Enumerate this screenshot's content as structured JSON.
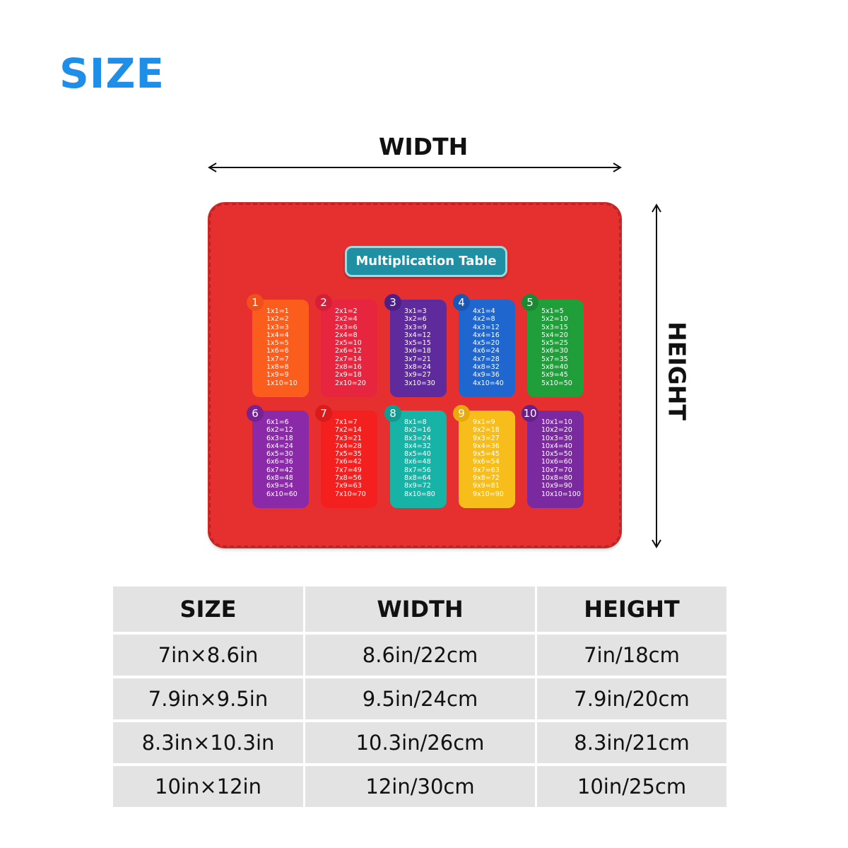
{
  "title": "SIZE",
  "colors": {
    "title": "#1e8ee6",
    "pad": "#e5302f",
    "table_cell": "#e3e3e3"
  },
  "dimension_labels": {
    "width": "WIDTH",
    "height": "HEIGHT"
  },
  "mousepad": {
    "title": "Multiplication Table",
    "cards": [
      {
        "number": "1",
        "color": "#fb5d1d",
        "badge_color": "#f0501a",
        "lines": [
          "1x1=1",
          "1x2=2",
          "1x3=3",
          "1x4=4",
          "1x5=5",
          "1x6=6",
          "1x7=7",
          "1x8=8",
          "1x9=9",
          "1x10=10"
        ]
      },
      {
        "number": "2",
        "color": "#e8253f",
        "badge_color": "#d61e36",
        "lines": [
          "2x1=2",
          "2x2=4",
          "2x3=6",
          "2x4=8",
          "2x5=10",
          "2x6=12",
          "2x7=14",
          "2x8=16",
          "2x9=18",
          "2x10=20"
        ]
      },
      {
        "number": "3",
        "color": "#5e2a9c",
        "badge_color": "#4e2086",
        "lines": [
          "3x1=3",
          "3x2=6",
          "3x3=9",
          "3x4=12",
          "3x5=15",
          "3x6=18",
          "3x7=21",
          "3x8=24",
          "3x9=27",
          "3x10=30"
        ]
      },
      {
        "number": "4",
        "color": "#1f66cf",
        "badge_color": "#1a57b5",
        "lines": [
          "4x1=4",
          "4x2=8",
          "4x3=12",
          "4x4=16",
          "4x5=20",
          "4x6=24",
          "4x7=28",
          "4x8=32",
          "4x9=36",
          "4x10=40"
        ]
      },
      {
        "number": "5",
        "color": "#1f9e3a",
        "badge_color": "#198a31",
        "lines": [
          "5x1=5",
          "5x2=10",
          "5x3=15",
          "5x4=20",
          "5x5=25",
          "5x6=30",
          "5x7=35",
          "5x8=40",
          "5x9=45",
          "5x10=50"
        ]
      },
      {
        "number": "6",
        "color": "#8a2aa8",
        "badge_color": "#762293",
        "lines": [
          "6x1=6",
          "6x2=12",
          "6x3=18",
          "6x4=24",
          "6x5=30",
          "6x6=36",
          "6x7=42",
          "6x8=48",
          "6x9=54",
          "6x10=60"
        ]
      },
      {
        "number": "7",
        "color": "#f4201f",
        "badge_color": "#d91b1a",
        "lines": [
          "7x1=7",
          "7x2=14",
          "7x3=21",
          "7x4=28",
          "7x5=35",
          "7x6=42",
          "7x7=49",
          "7x8=56",
          "7x9=63",
          "7x10=70"
        ]
      },
      {
        "number": "8",
        "color": "#17b3a6",
        "badge_color": "#129b90",
        "lines": [
          "8x1=8",
          "8x2=16",
          "8x3=24",
          "8x4=32",
          "8x5=40",
          "8x6=48",
          "8x7=56",
          "8x8=64",
          "8x9=72",
          "8x10=80"
        ]
      },
      {
        "number": "9",
        "color": "#f7be1b",
        "badge_color": "#e8aa10",
        "lines": [
          "9x1=9",
          "9x2=18",
          "9x3=27",
          "9x4=36",
          "9x5=45",
          "9x6=54",
          "9x7=63",
          "9x8=72",
          "9x9=81",
          "9x10=90"
        ]
      },
      {
        "number": "10",
        "color": "#7a2a9e",
        "badge_color": "#67208a",
        "lines": [
          "10x1=10",
          "10x2=20",
          "10x3=30",
          "10x4=40",
          "10x5=50",
          "10x6=60",
          "10x7=70",
          "10x8=80",
          "10x9=90",
          "10x10=100"
        ]
      }
    ]
  },
  "size_table": {
    "headers": [
      "SIZE",
      "WIDTH",
      "HEIGHT"
    ],
    "rows": [
      [
        "7in×8.6in",
        "8.6in/22cm",
        "7in/18cm"
      ],
      [
        "7.9in×9.5in",
        "9.5in/24cm",
        "7.9in/20cm"
      ],
      [
        "8.3in×10.3in",
        "10.3in/26cm",
        "8.3in/21cm"
      ],
      [
        "10in×12in",
        "12in/30cm",
        "10in/25cm"
      ]
    ]
  }
}
